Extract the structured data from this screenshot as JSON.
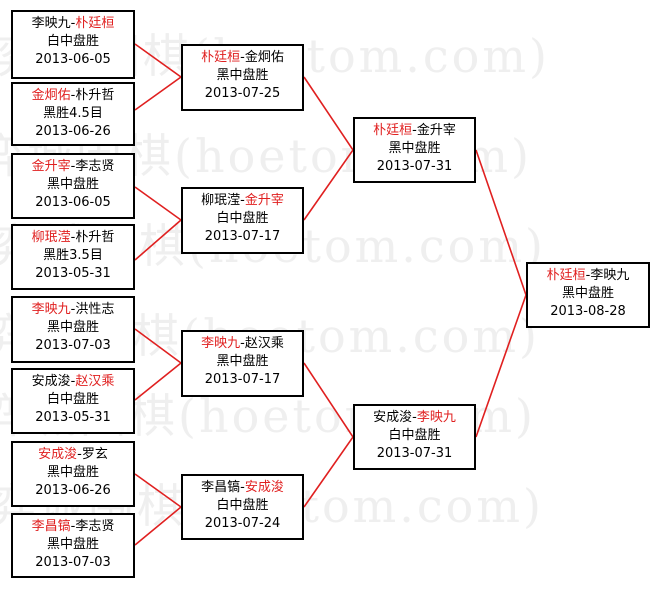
{
  "watermark": "弈城围棋(hoetom.com)",
  "colors": {
    "line": "#e02020",
    "winner": "#e02020",
    "border": "#000000"
  },
  "matches": [
    {
      "id": "r1-1",
      "p1": "李映九",
      "sep": "-",
      "p2": "朴廷桓",
      "winner": 2,
      "result": "白中盘胜",
      "date": "2013-06-05"
    },
    {
      "id": "r1-2",
      "p1": "金炯佑",
      "sep": "-",
      "p2": "朴升哲",
      "winner": 1,
      "result": "黑胜4.5目",
      "date": "2013-06-26"
    },
    {
      "id": "r1-3",
      "p1": "金升宰",
      "sep": "-",
      "p2": "李志贤",
      "winner": 1,
      "result": "黑中盘胜",
      "date": "2013-06-05"
    },
    {
      "id": "r1-4",
      "p1": "柳珉滢",
      "sep": "-",
      "p2": "朴升哲",
      "winner": 1,
      "result": "黑胜3.5目",
      "date": "2013-05-31"
    },
    {
      "id": "r1-5",
      "p1": "李映九",
      "sep": "-",
      "p2": "洪性志",
      "winner": 1,
      "result": "黑中盘胜",
      "date": "2013-07-03"
    },
    {
      "id": "r1-6",
      "p1": "安成浚",
      "sep": "-",
      "p2": "赵汉乘",
      "winner": 2,
      "result": "白中盘胜",
      "date": "2013-05-31"
    },
    {
      "id": "r1-7",
      "p1": "安成浚",
      "sep": "-",
      "p2": "罗玄",
      "winner": 1,
      "result": "黑中盘胜",
      "date": "2013-06-26"
    },
    {
      "id": "r1-8",
      "p1": "李昌镐",
      "sep": "-",
      "p2": "李志贤",
      "winner": 1,
      "result": "黑中盘胜",
      "date": "2013-07-03"
    },
    {
      "id": "r2-1",
      "p1": "朴廷桓",
      "sep": "-",
      "p2": "金炯佑",
      "winner": 1,
      "result": "黑中盘胜",
      "date": "2013-07-25"
    },
    {
      "id": "r2-2",
      "p1": "柳珉滢",
      "sep": "-",
      "p2": "金升宰",
      "winner": 2,
      "result": "白中盘胜",
      "date": "2013-07-17"
    },
    {
      "id": "r2-3",
      "p1": "李映九",
      "sep": "-",
      "p2": "赵汉乘",
      "winner": 1,
      "result": "黑中盘胜",
      "date": "2013-07-17"
    },
    {
      "id": "r2-4",
      "p1": "李昌镐",
      "sep": "-",
      "p2": "安成浚",
      "winner": 2,
      "result": "白中盘胜",
      "date": "2013-07-24"
    },
    {
      "id": "r3-1",
      "p1": "朴廷桓",
      "sep": "-",
      "p2": "金升宰",
      "winner": 1,
      "result": "黑中盘胜",
      "date": "2013-07-31"
    },
    {
      "id": "r3-2",
      "p1": "安成浚",
      "sep": "-",
      "p2": "李映九",
      "winner": 2,
      "result": "白中盘胜",
      "date": "2013-07-31"
    },
    {
      "id": "final",
      "p1": "朴廷桓",
      "sep": "-",
      "p2": "李映九",
      "winner": 1,
      "result": "黑中盘胜",
      "date": "2013-08-28"
    }
  ]
}
